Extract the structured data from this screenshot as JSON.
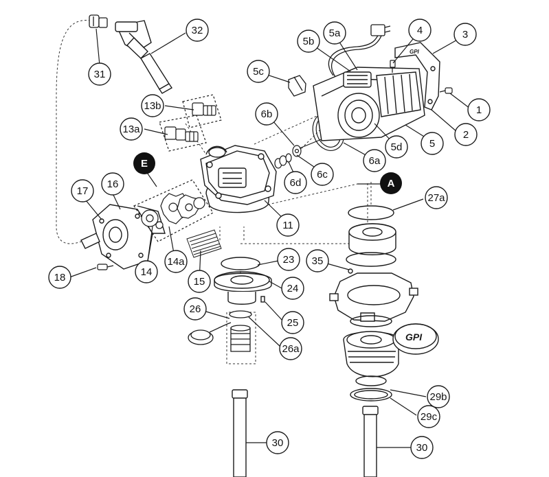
{
  "callouts": {
    "c1": "1",
    "c2": "2",
    "c3": "3",
    "c4": "4",
    "c5": "5",
    "c5a": "5a",
    "c5b": "5b",
    "c5c": "5c",
    "c5d": "5d",
    "c6a": "6a",
    "c6b": "6b",
    "c6c": "6c",
    "c6d": "6d",
    "c11": "11",
    "c13a": "13a",
    "c13b": "13b",
    "c14": "14",
    "c14a": "14a",
    "c15": "15",
    "c16": "16",
    "c17": "17",
    "c18": "18",
    "c23": "23",
    "c24": "24",
    "c25": "25",
    "c26": "26",
    "c26a": "26a",
    "c27a": "27a",
    "c29b": "29b",
    "c29c": "29c",
    "c30l": "30",
    "c30r": "30",
    "c31": "31",
    "c32": "32",
    "c35": "35"
  },
  "markers": {
    "mA": "A",
    "mE": "E"
  },
  "logos": {
    "motor_plate": "GPI",
    "filter_cap": "GPI"
  },
  "colors": {
    "line": "#1a1a1a",
    "background": "#ffffff",
    "marker_fill": "#111111"
  }
}
